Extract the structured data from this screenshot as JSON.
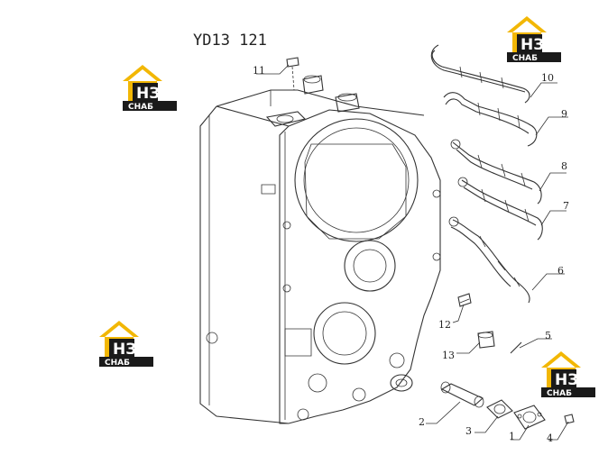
{
  "diagram": {
    "title": "YD13 121",
    "brand": {
      "mark": "НЗ",
      "word": "СНАБ",
      "accent": "#f2b705",
      "dark": "#1a1a1a"
    },
    "callouts": [
      "1",
      "2",
      "3",
      "4",
      "5",
      "6",
      "7",
      "8",
      "9",
      "10",
      "11",
      "12",
      "13"
    ]
  }
}
